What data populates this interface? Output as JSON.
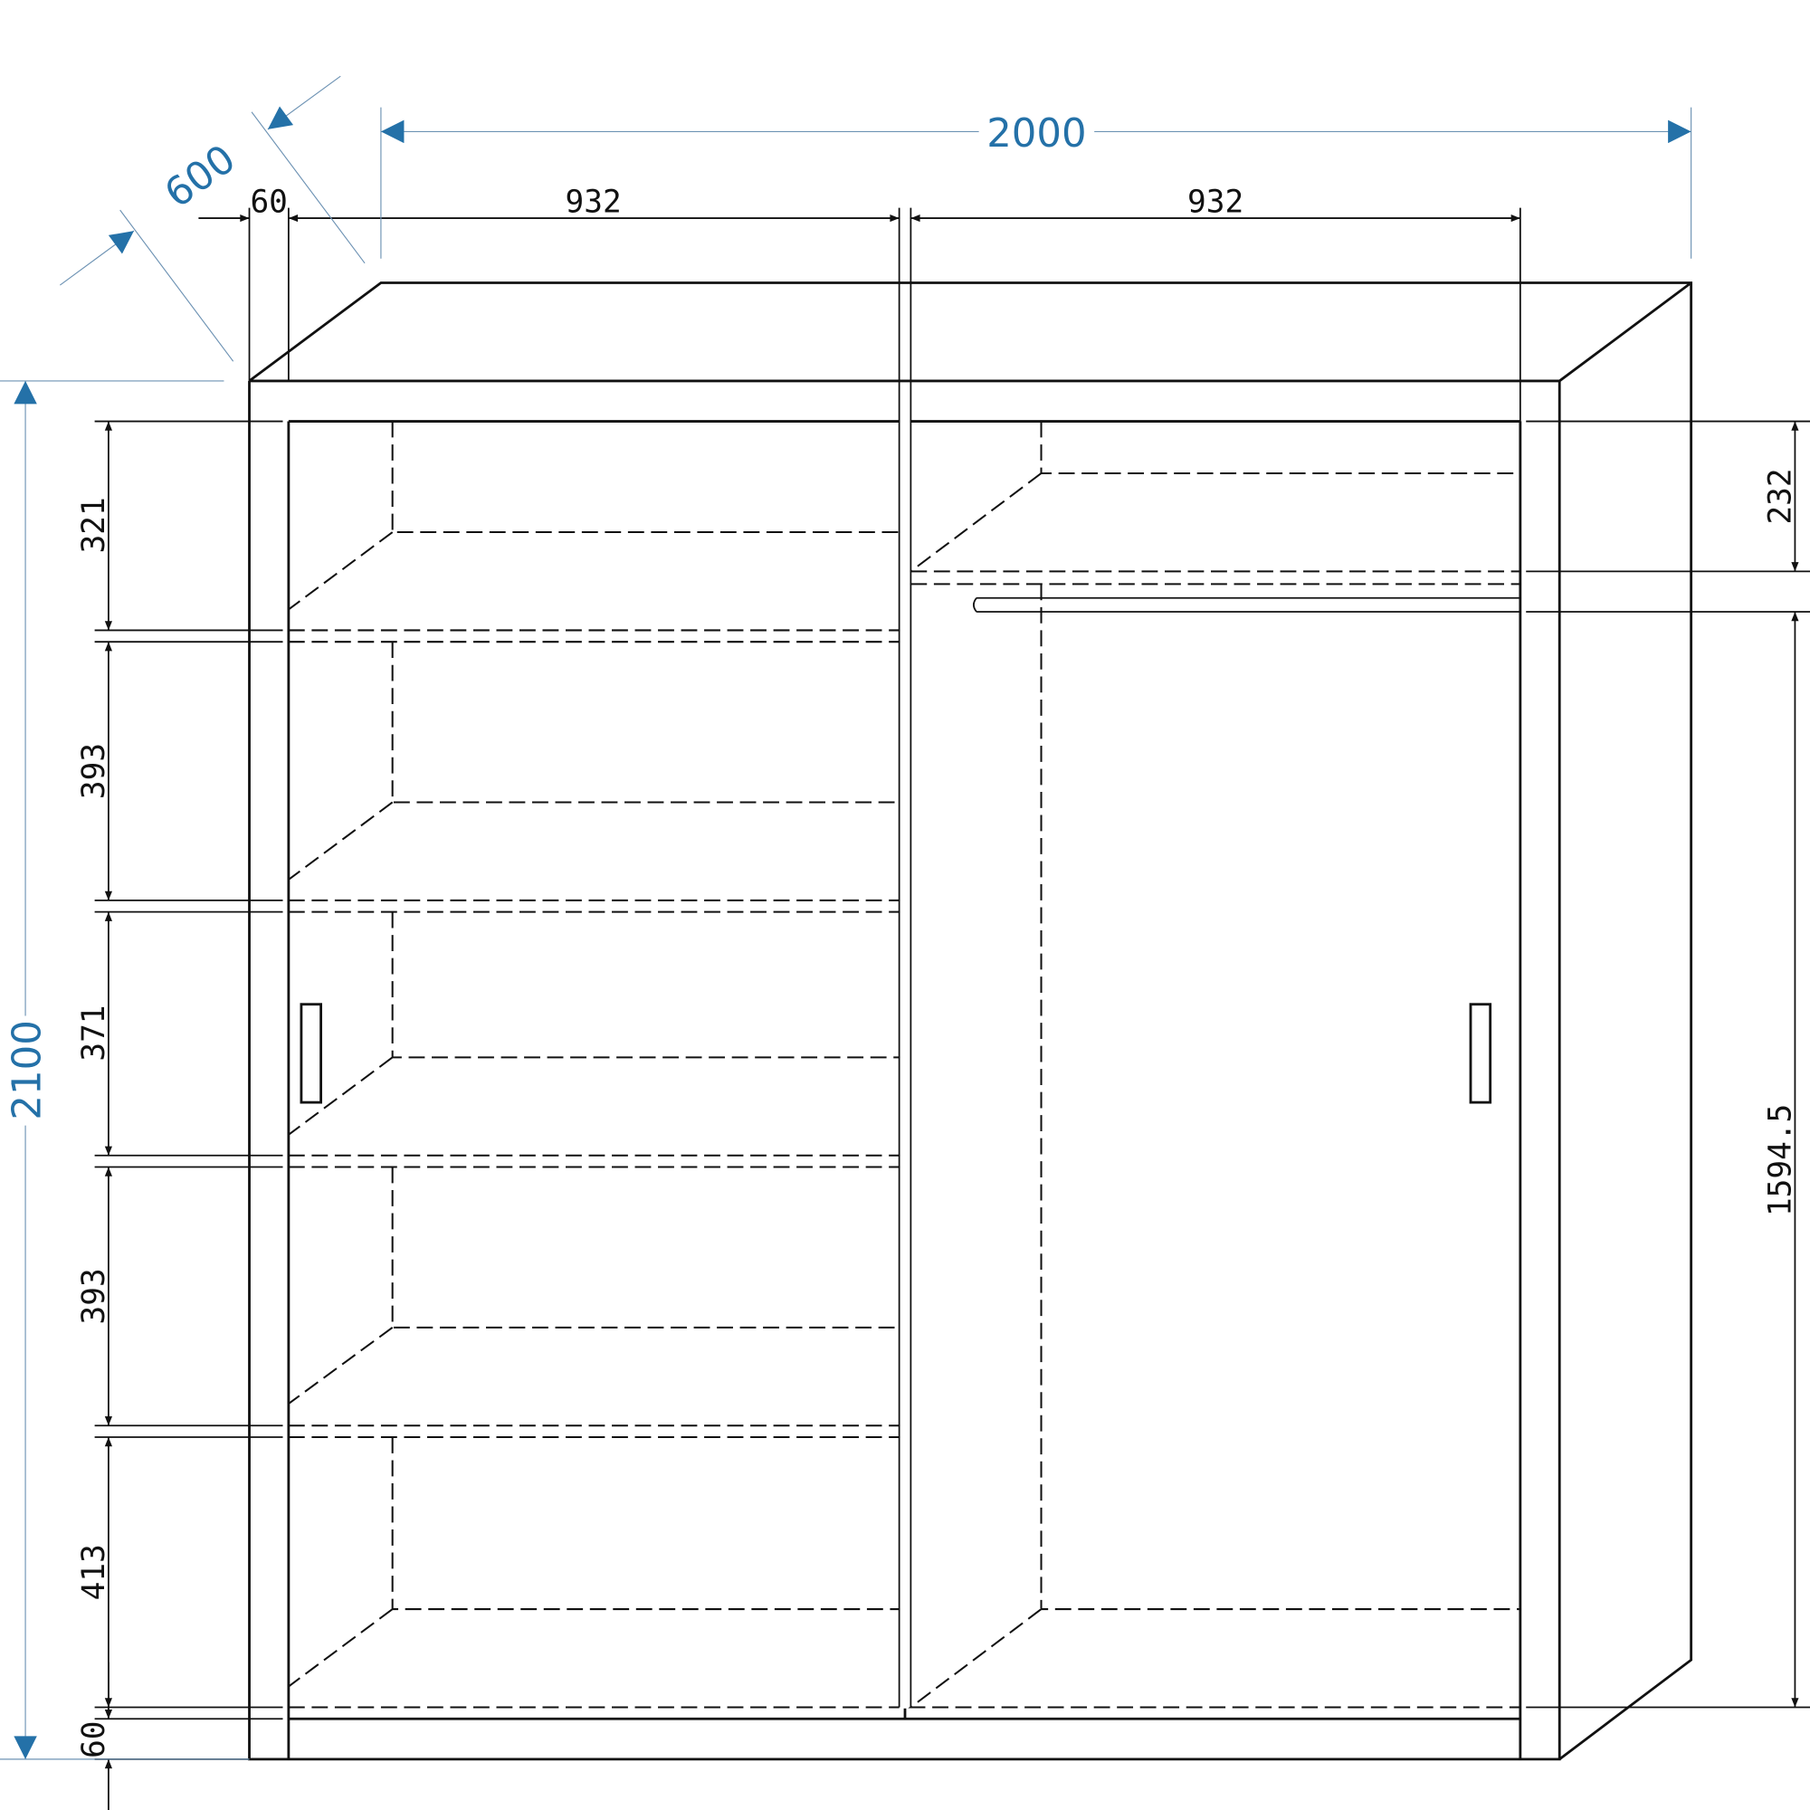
{
  "title": "Sliding-door wardrobe dimension drawing",
  "colors": {
    "line": "#111111",
    "overall_dimension": "#2471a8"
  },
  "overall": {
    "width": "2000",
    "height": "2100",
    "depth": "600"
  },
  "top_dims": {
    "side_panel": "60",
    "left_door": "932",
    "right_door": "932"
  },
  "left_dims": {
    "d1": "321",
    "d2": "393",
    "d3": "371",
    "d4": "393",
    "d5": "413",
    "base": "60"
  },
  "right_dims": {
    "top_shelf": "232",
    "rail_height": "1594.5"
  }
}
